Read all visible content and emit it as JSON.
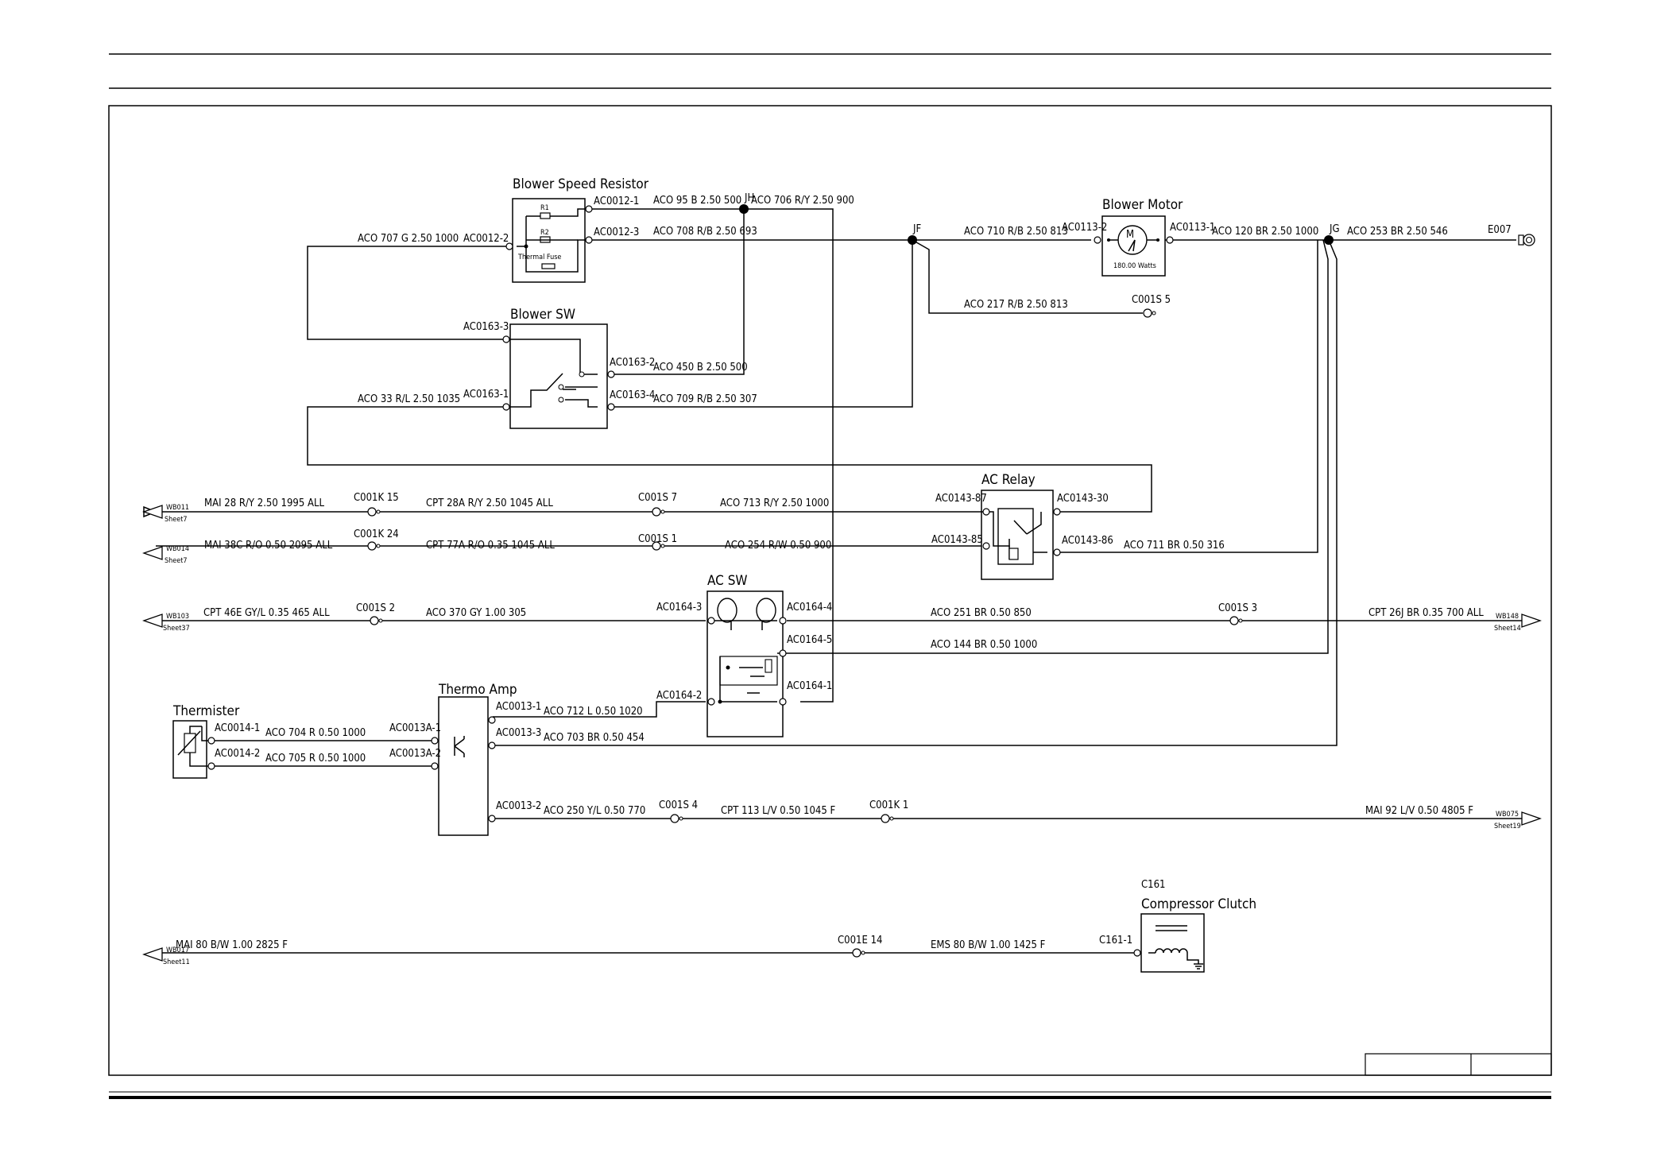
{
  "components": {
    "blower_speed_resistor": {
      "title": "Blower Speed Resistor",
      "r1": "R1",
      "r2": "R2",
      "fuse": "Thermal Fuse"
    },
    "blower_sw": {
      "title": "Blower SW"
    },
    "blower_motor": {
      "title": "Blower Motor",
      "rating": "180.00 Watts"
    },
    "ac_relay": {
      "title": "AC Relay"
    },
    "ac_sw": {
      "title": "AC SW"
    },
    "thermo_amp": {
      "title": "Thermo Amp"
    },
    "thermister": {
      "title": "Thermister"
    },
    "compressor_clutch": {
      "code": "C161",
      "title": "Compressor Clutch"
    }
  },
  "junctions": {
    "jf": "JF",
    "jg": "JG",
    "jh": "JH"
  },
  "ground": {
    "label": "E007"
  },
  "pins": {
    "ac0012_1": "AC0012-1",
    "ac0012_3": "AC0012-3",
    "ac0012_2": "AC0012-2",
    "ac0113_2": "AC0113-2",
    "ac0113_1": "AC0113-1",
    "ac0163_3": "AC0163-3",
    "ac0163_1": "AC0163-1",
    "ac0163_2": "AC0163-2",
    "ac0163_4": "AC0163-4",
    "ac0143_87": "AC0143-87",
    "ac0143_85": "AC0143-85",
    "ac0143_30": "AC0143-30",
    "ac0143_86": "AC0143-86",
    "ac0164_3": "AC0164-3",
    "ac0164_2": "AC0164-2",
    "ac0164_4": "AC0164-4",
    "ac0164_5": "AC0164-5",
    "ac0164_1": "AC0164-1",
    "ac0014_1": "AC0014-1",
    "ac0014_2": "AC0014-2",
    "ac0013a_1": "AC0013A-1",
    "ac0013a_2": "AC0013A-2",
    "ac0013_1": "AC0013-1",
    "ac0013_3": "AC0013-3",
    "ac0013_2": "AC0013-2",
    "c161_1": "C161-1"
  },
  "connectors": {
    "c001k_15": "C001K 15",
    "c001k_24": "C001K 24",
    "c001k_1": "C001K 1",
    "c001s_7": "C001S 7",
    "c001s_1": "C001S 1",
    "c001s_2": "C001S 2",
    "c001s_3": "C001S 3",
    "c001s_4": "C001S 4",
    "c001s_5": "C001S 5",
    "c001e_14": "C001E 14"
  },
  "wires": {
    "w95": "ACO  95  B  2.50  500",
    "w706": "ACO  706  R/Y  2.50  900",
    "w708": "ACO  708  R/B  2.50  693",
    "w707": "ACO  707  G  2.50  1000",
    "w710": "ACO  710  R/B  2.50  813",
    "w120": "ACO  120  BR  2.50  1000",
    "w253": "ACO  253  BR  2.50  546",
    "w217": "ACO  217  R/B  2.50  813",
    "w450": "ACO  450  B  2.50  500",
    "w33": "ACO  33  R/L  2.50  1035",
    "w709": "ACO  709  R/B  2.50  307",
    "w28": "MAI  28  R/Y  2.50  1995  ALL",
    "w28a": "CPT  28A  R/Y  2.50  1045  ALL",
    "w713": "ACO  713  R/Y  2.50  1000",
    "w38c": "MAI  38C  R/O  0.50  2095  ALL",
    "w77a": "CPT  77A  R/O  0.35  1045  ALL",
    "w254": "ACO  254  R/W  0.50  900",
    "w711": "ACO  711  BR  0.50  316",
    "w46e": "CPT  46E  GY/L  0.35  465  ALL",
    "w370": "ACO  370  GY  1.00  305",
    "w251": "ACO  251  BR  0.50  850",
    "w26j": "CPT  26J  BR  0.35  700  ALL",
    "w144": "ACO  144  BR  0.50  1000",
    "w712": "ACO  712  L  0.50  1020",
    "w703": "ACO  703  BR  0.50  454",
    "w704": "ACO  704  R  0.50  1000",
    "w705": "ACO  705  R  0.50  1000",
    "w250": "ACO  250  Y/L  0.50  770",
    "w113": "CPT  113  L/V  0.50  1045  F",
    "w92": "MAI  92  L/V  0.50  4805  F",
    "w80mai": "MAI  80  B/W  1.00  2825  F",
    "w80ems": "EMS  80  B/W  1.00  1425  F"
  },
  "offpage": [
    {
      "id": "WB011",
      "sheet": "Sheet7"
    },
    {
      "id": "WB014",
      "sheet": "Sheet7"
    },
    {
      "id": "WB103",
      "sheet": "Sheet37"
    },
    {
      "id": "WB148",
      "sheet": "Sheet14"
    },
    {
      "id": "WB075",
      "sheet": "Sheet19"
    },
    {
      "id": "WB017",
      "sheet": "Sheet11"
    }
  ]
}
